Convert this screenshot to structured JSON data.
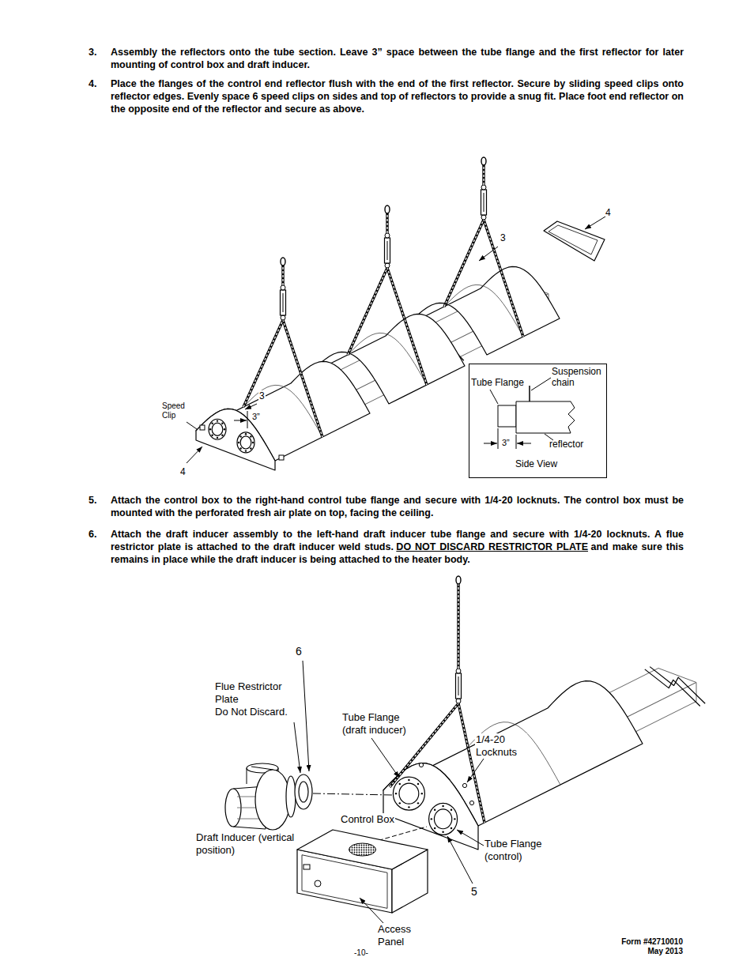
{
  "diagram": {
    "nodes": [
      {
        "text": [
          "Tube Flange",
          "Suspension chain",
          "3”",
          "reflector",
          "Side View"
        ]
      }
    ],
    "labels": [
      "3.",
      "Assembly the reflectors onto the tube section. Leave 3” space between the tube flange and the first reflector for later mounting of control box and draft inducer.",
      "4.",
      "Place the flanges of the control end reflector flush with the end of the first reflector. Secure by sliding speed clips onto reflector edges. Evenly space 6 speed clips on sides and top of reflectors to provide a snug fit. Place foot end reflector on the opposite end of the reflector and secure as above.",
      "4",
      "3",
      "Speed Clip",
      "3",
      "3”",
      "4",
      "5.",
      "Attach the control box to the right-hand control tube flange and secure with 1/4-20 locknuts. The control box must be mounted with the perforated fresh air plate on top, facing the ceiling.",
      "6.",
      "Attach the draft inducer assembly to the left-hand draft inducer tube flange and secure with 1/4-20 locknuts. A flue restrictor plate is attached to the draft inducer weld studs.",
      "DO NOT DISCARD RESTRICTOR PLATE",
      "and make sure this remains in place while the draft inducer is being attached to the heater body.",
      "6",
      "Flue Restrictor Plate",
      "Do Not Discard.",
      "Tube Flange (draft inducer)",
      "1/4-20 Locknuts",
      "Draft Inducer (vertical position)",
      "Control Box",
      "Tube Flange (control)",
      "Access Panel",
      "5",
      "-10-",
      "Form #42710010",
      "May 2013"
    ]
  }
}
